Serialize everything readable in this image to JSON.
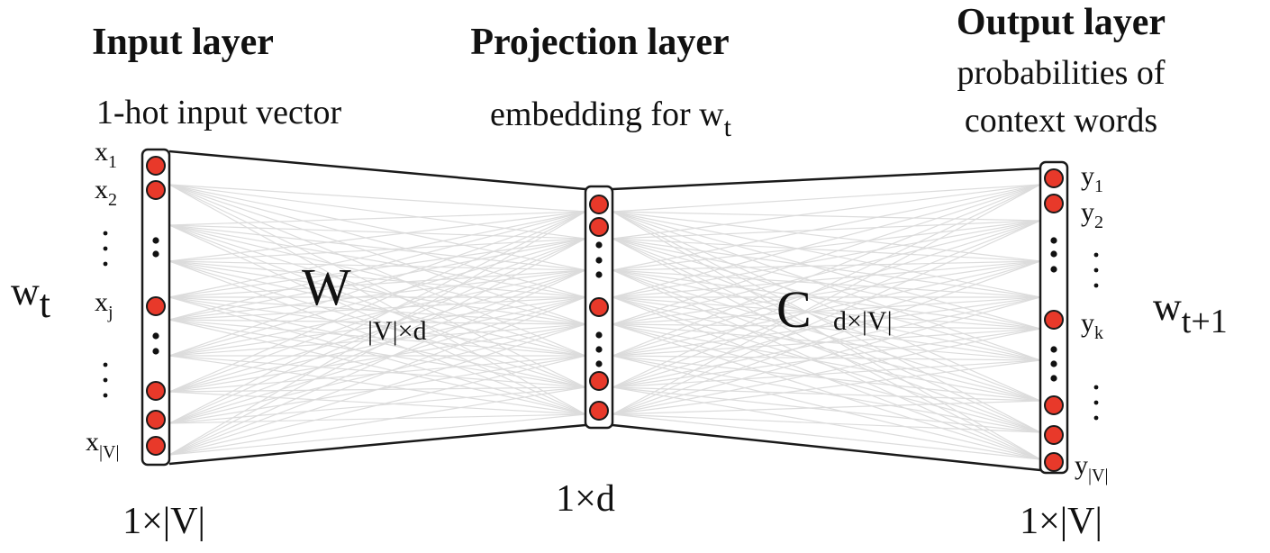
{
  "input_layer": {
    "title": "Input layer",
    "subtitle": "1-hot input vector",
    "side_label": {
      "base": "w",
      "sub": "t"
    },
    "size_label": "1×|V|",
    "node_labels": [
      {
        "base": "x",
        "sub": "1"
      },
      {
        "base": "x",
        "sub": "2"
      },
      {
        "base": "x",
        "sub": "j"
      },
      {
        "base": "x",
        "sub": "|V|"
      }
    ]
  },
  "projection_layer": {
    "title": "Projection layer",
    "subtitle": {
      "text": "embedding for w",
      "sub": "t"
    },
    "size_label": "1×d"
  },
  "output_layer": {
    "title": "Output layer",
    "subtitle_lines": [
      "probabilities of",
      "context words"
    ],
    "side_label": {
      "base": "w",
      "sub": "t+1"
    },
    "size_label": "1×|V|",
    "node_labels": [
      {
        "base": "y",
        "sub": "1"
      },
      {
        "base": "y",
        "sub": "2"
      },
      {
        "base": "y",
        "sub": "k"
      },
      {
        "base": "y",
        "sub": "|V|"
      }
    ]
  },
  "weights": {
    "input_to_projection": {
      "symbol": "W",
      "dims": "|V|×d"
    },
    "projection_to_output": {
      "symbol": "C",
      "dims": "d×|V|"
    }
  },
  "colors": {
    "node_fill": "#e8392a",
    "node_stroke": "#1a1a1a",
    "edge": "#dcdcdc",
    "outline": "#1a1a1a"
  }
}
